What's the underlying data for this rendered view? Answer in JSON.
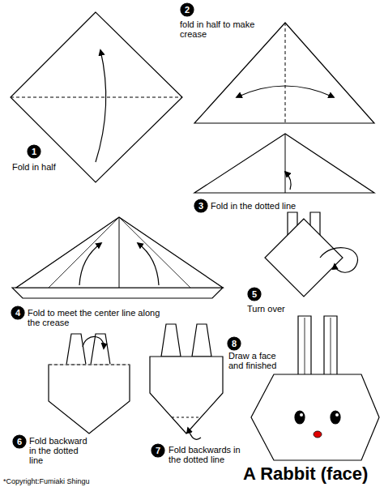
{
  "diagram": {
    "title": "A Rabbit (face)",
    "labels": [
      "1",
      "Fold in half",
      "2",
      "fold in half to make crease",
      "3",
      "Fold in the dotted line",
      "4",
      "Fold to meet the center line along the crease",
      "5",
      "Turn over",
      "6",
      "Fold backward in the dotted line",
      "7",
      "Fold backwards in the dotted line",
      "8",
      "Draw a face and finished",
      "*Copyright:Fumiaki Shingu"
    ]
  }
}
